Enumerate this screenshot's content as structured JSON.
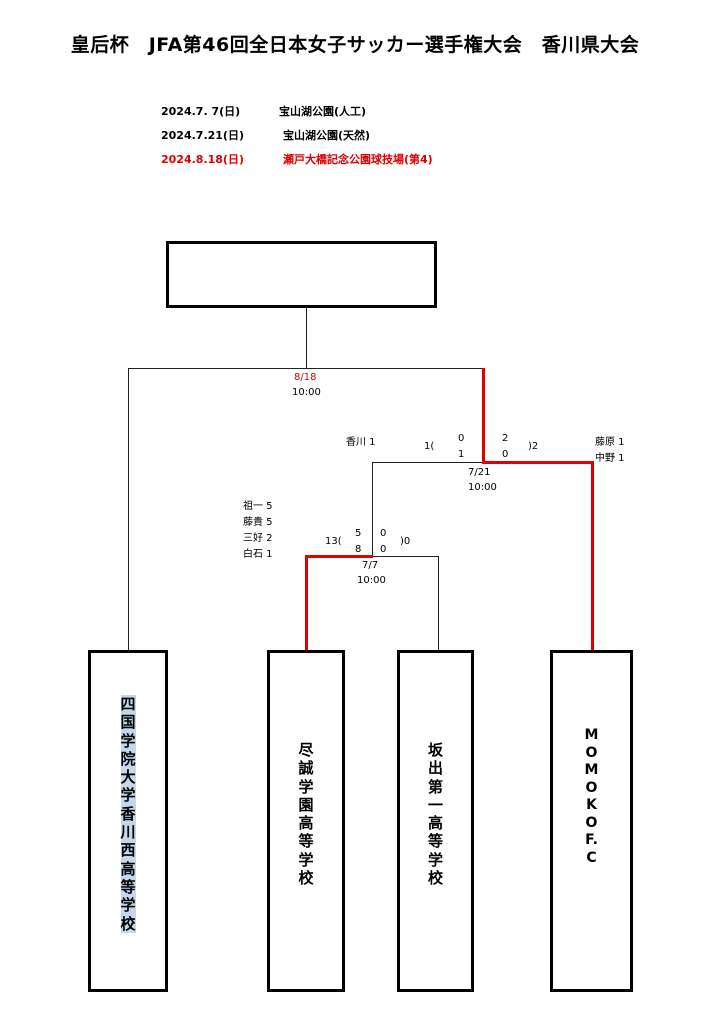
{
  "title": "皇后杯　JFA第46回全日本女子サッカー選手権大会　香川県大会",
  "schedule": [
    {
      "date": "2024.7. 7(日)",
      "venue": "宝山湖公園(人工)",
      "highlight": false
    },
    {
      "date": "2024.7.21(日)",
      "venue": "宝山湖公園(天然)",
      "highlight": false
    },
    {
      "date": "2024.8.18(日)",
      "venue": "瀬戸大橋記念公園球技場(第4)",
      "highlight": true
    }
  ],
  "final": {
    "date": "8/18",
    "time": "10:00"
  },
  "semifinal": {
    "date": "7/21",
    "time": "10:00",
    "left_scorers": [
      "香川 1"
    ],
    "right_scorers": [
      "藤原 1",
      "中野 1"
    ],
    "left_total": "1(",
    "left_h1": "0",
    "left_h2": "1",
    "right_h1": "2",
    "right_h2": "0",
    "right_total": ")2"
  },
  "quarterfinal": {
    "date": "7/7",
    "time": "10:00",
    "left_scorers": [
      "祖一 5",
      "藤貴 5",
      "三好 2",
      "白石 1"
    ],
    "left_total": "13(",
    "left_h1": "5",
    "left_h2": "8",
    "right_h1": "0",
    "right_h2": "0",
    "right_total": ")0"
  },
  "teams": [
    {
      "name": "四国学院大学香川西高等学校"
    },
    {
      "name": "尽誠学園高等学校"
    },
    {
      "name": "坂出第一高等学校"
    },
    {
      "name": "MOMOKO F.C"
    }
  ],
  "colors": {
    "winner_line": "#e00000",
    "line": "#000000",
    "highlight": "#c4d7ed"
  }
}
